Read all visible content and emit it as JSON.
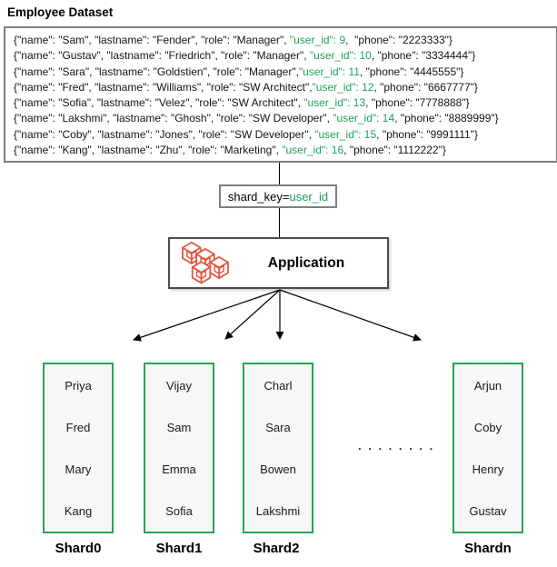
{
  "title": "Employee Dataset",
  "colors": {
    "highlight_green": "#1fa15a",
    "shard_border_green": "#23a652",
    "icon_red": "#e0573f",
    "box_border_gray": "#7f7f7f",
    "shard_fill": "#f7f7f7"
  },
  "dataset": {
    "records": [
      {
        "before": "{\"name\": \"Sam\", \"lastname\": \"Fender\", \"role\": \"Manager\", ",
        "key": "\"user_id\": 9",
        "after": ",  \"phone\": \"2223333\"}"
      },
      {
        "before": "{\"name\": \"Gustav\", \"lastname\": \"Friedrich\", \"role\": \"Manager\", ",
        "key": "\"user_id\": 10",
        "after": ", \"phone\": \"3334444\"}"
      },
      {
        "before": "{\"name\": \"Sara\", \"lastname\": \"Goldstien\", \"role\": \"Manager\",",
        "key": "\"user_id\": 11",
        "after": ", \"phone\": \"4445555\"}"
      },
      {
        "before": "{\"name\": \"Fred\", \"lastname\": \"Williams\", \"role\": \"SW Architect\",",
        "key": "\"user_id\": 12",
        "after": ", \"phone\": \"6667777\"}"
      },
      {
        "before": "{\"name\": \"Sofia\", \"lastname\": \"Velez\", \"role\": \"SW Architect\", ",
        "key": "\"user_id\": 13",
        "after": ", \"phone\": \"7778888\"}"
      },
      {
        "before": "{\"name\": \"Lakshmi\", \"lastname\": \"Ghosh\", \"role\": \"SW Developer\", ",
        "key": "\"user_id\": 14",
        "after": ", \"phone\": \"8889999\"}"
      },
      {
        "before": "{\"name\": \"Coby\", \"lastname\": \"Jones\", \"role\": \"SW Developer\", ",
        "key": "\"user_id\": 15",
        "after": ", \"phone\": \"9991111\"}"
      },
      {
        "before": "{\"name\": \"Kang\", \"lastname\": \"Zhu\", \"role\": \"Marketing\", ",
        "key": "\"user_id\": 16",
        "after": ", \"phone\": \"1112222\"}"
      }
    ]
  },
  "shard_key": {
    "prefix": "shard_key=",
    "value": "user_id"
  },
  "application": {
    "label": "Application",
    "icon": "cubes-icon"
  },
  "ellipsis": ". . . . . . . .",
  "shards": [
    {
      "label": "Shard0",
      "names": [
        "Priya",
        "Fred",
        "Mary",
        "Kang"
      ]
    },
    {
      "label": "Shard1",
      "names": [
        "Vijay",
        "Sam",
        "Emma",
        "Sofia"
      ]
    },
    {
      "label": "Shard2",
      "names": [
        "Charl",
        "Sara",
        "Bowen",
        "Lakshmi"
      ]
    },
    {
      "label": "Shardn",
      "names": [
        "Arjun",
        "Coby",
        "Henry",
        "Gustav"
      ]
    }
  ]
}
